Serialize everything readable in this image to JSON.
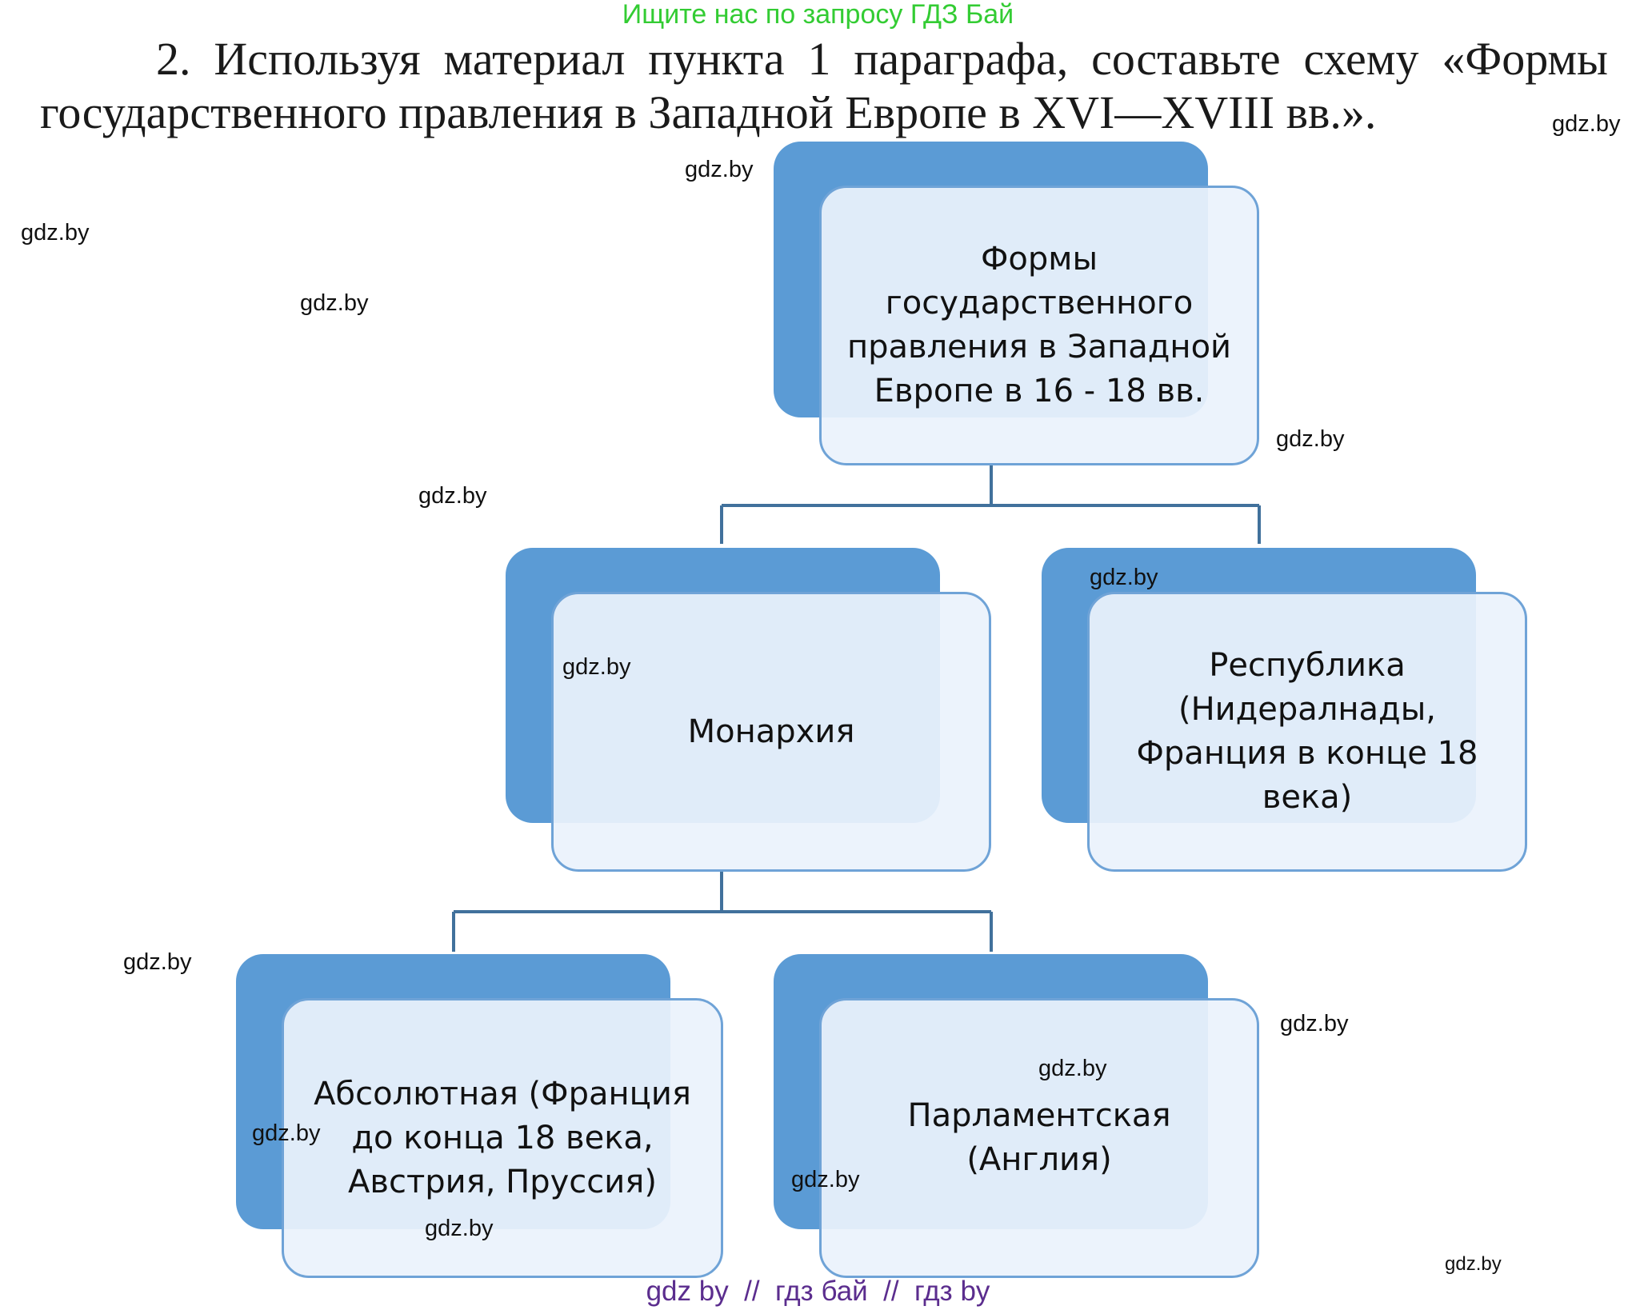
{
  "banner": {
    "text": "Ищите нас по запросу ГДЗ Бай"
  },
  "task": {
    "line1": "2. Используя материал пункта 1 параграфа, составьте схему «Формы",
    "line2": "государственного правления в Западной Европе в XVI—XVIII вв.»."
  },
  "diagram": {
    "root": "Формы\nгосударственного\nправления в Западной\nЕвропе в 16 - 18 вв.",
    "monarchy": "Монархия",
    "republic": "Республика\n(Нидералнады,\nФранция в конце 18\nвека)",
    "absolute": "Абсолютная (Франция\nдо конца 18 века,\nАвстрия, Пруссия)",
    "parliamentary": "Парламентская\n(Англия)",
    "colors": {
      "back": "#5b9bd5",
      "front_border": "#6fa3d7",
      "front_fill": "#ebf2fc",
      "connector": "#41719c"
    }
  },
  "watermarks": {
    "text": "gdz.by"
  },
  "footer": {
    "text": "gdz by  //  гдз бай  //  гдз by"
  }
}
